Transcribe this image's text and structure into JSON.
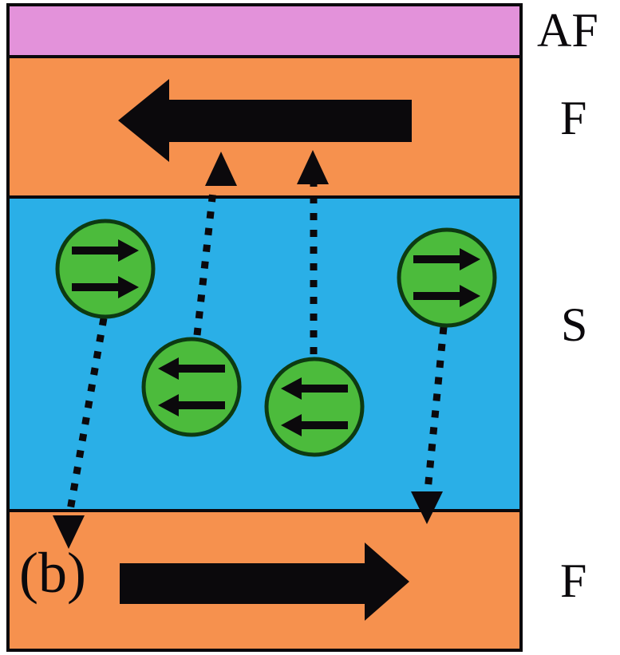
{
  "panel_label": "(b)",
  "layers": [
    {
      "id": "af",
      "label": "AF",
      "description": "antiferromagnet layer"
    },
    {
      "id": "f-top",
      "label": "F",
      "description": "top ferromagnet layer, magnetization arrow pointing left"
    },
    {
      "id": "s",
      "label": "S",
      "description": "superconductor spacer layer containing spin-polarized electron pairs"
    },
    {
      "id": "f-bottom",
      "label": "F",
      "description": "bottom ferromagnet layer, magnetization arrow pointing right"
    }
  ],
  "magnetization": {
    "f_top": "left",
    "f_bottom": "right"
  },
  "electron_pairs": [
    {
      "position": "upper-left",
      "spin": "right",
      "coupled_to": "f-bottom"
    },
    {
      "position": "middle-left",
      "spin": "left",
      "coupled_to": "f-top"
    },
    {
      "position": "middle-right",
      "spin": "left",
      "coupled_to": "f-top"
    },
    {
      "position": "upper-right",
      "spin": "right",
      "coupled_to": "f-bottom"
    }
  ],
  "icons": {
    "big_left_arrow": "magnetization-left-arrow",
    "big_right_arrow": "magnetization-right-arrow",
    "dotted_arrows": "pair-transfer-dashed-arrow",
    "pair_circles": "electron-pair-circle"
  },
  "colors": {
    "af": "#e392da",
    "f": "#f6914e",
    "s": "#2aafe7",
    "green": "#4cbb3c",
    "green_border": "#0d3a12",
    "ink": "#0b090c"
  }
}
